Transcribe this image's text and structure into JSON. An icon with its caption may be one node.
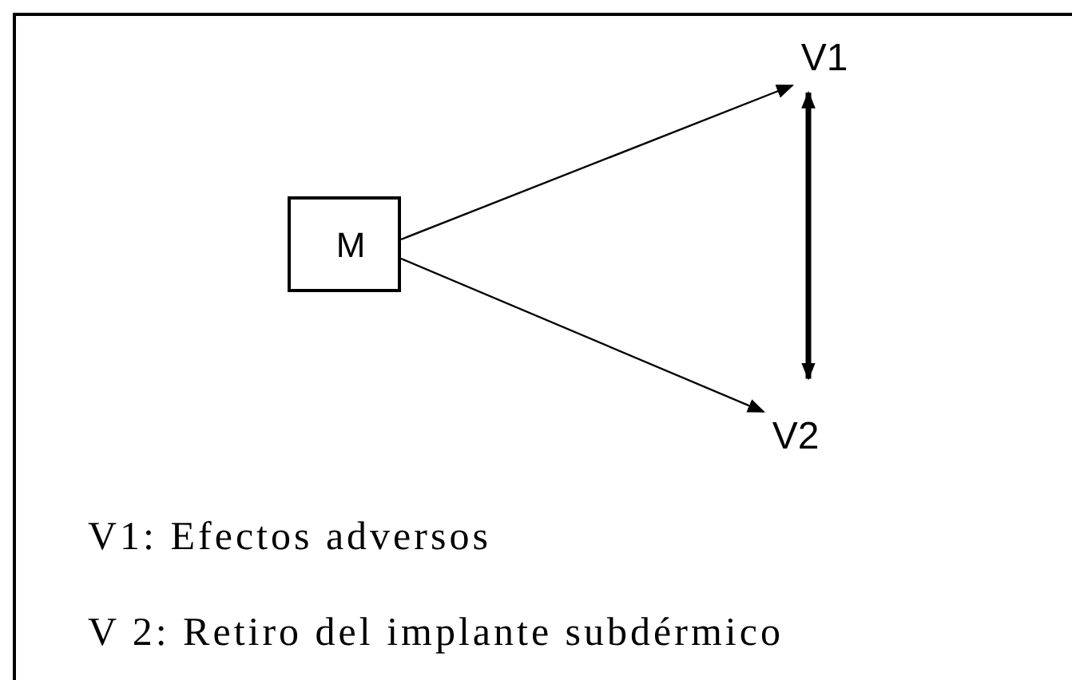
{
  "diagram": {
    "nodes": [
      {
        "text": [
          "M"
        ]
      },
      {
        "text": [
          "V1"
        ]
      },
      {
        "text": [
          "V2"
        ]
      }
    ],
    "edges": [
      {
        "from": 0,
        "to": 1,
        "arrow": "to"
      },
      {
        "from": 0,
        "to": 2,
        "arrow": "to"
      },
      {
        "from": 1,
        "to": 2,
        "arrow": "both",
        "style": "thick"
      }
    ],
    "labels": [
      "V1: Efectos adversos",
      "V 2: Retiro del implante subdérmico"
    ]
  }
}
